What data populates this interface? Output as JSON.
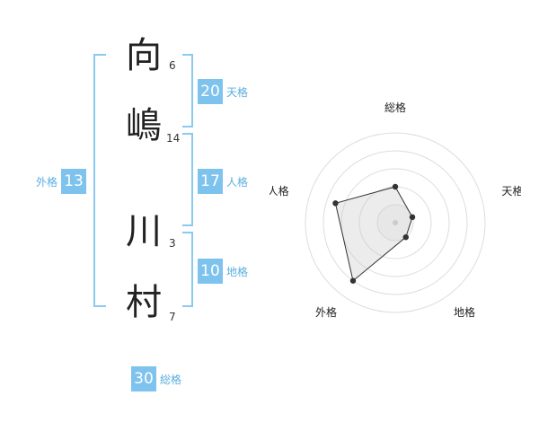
{
  "characters": [
    {
      "char": "向",
      "strokes": "6"
    },
    {
      "char": "嶋",
      "strokes": "14"
    },
    {
      "char": "川",
      "strokes": "3"
    },
    {
      "char": "村",
      "strokes": "7"
    }
  ],
  "badges": {
    "tenkaku": {
      "value": "20",
      "label": "天格"
    },
    "jinkaku": {
      "value": "17",
      "label": "人格"
    },
    "chikaku": {
      "value": "10",
      "label": "地格"
    },
    "gaikaku": {
      "value": "13",
      "label": "外格"
    },
    "soukaku": {
      "value": "30",
      "label": "総格"
    }
  },
  "colors": {
    "accent": "#7ec3ee",
    "bracket": "#8cc9f0",
    "label": "#5aaee0"
  },
  "chart_data": {
    "type": "radar",
    "axes": [
      "総格",
      "天格",
      "地格",
      "外格",
      "人格"
    ],
    "levels": 5,
    "values": [
      0.4,
      0.2,
      0.2,
      0.8,
      0.7
    ],
    "range": [
      0,
      1
    ]
  }
}
